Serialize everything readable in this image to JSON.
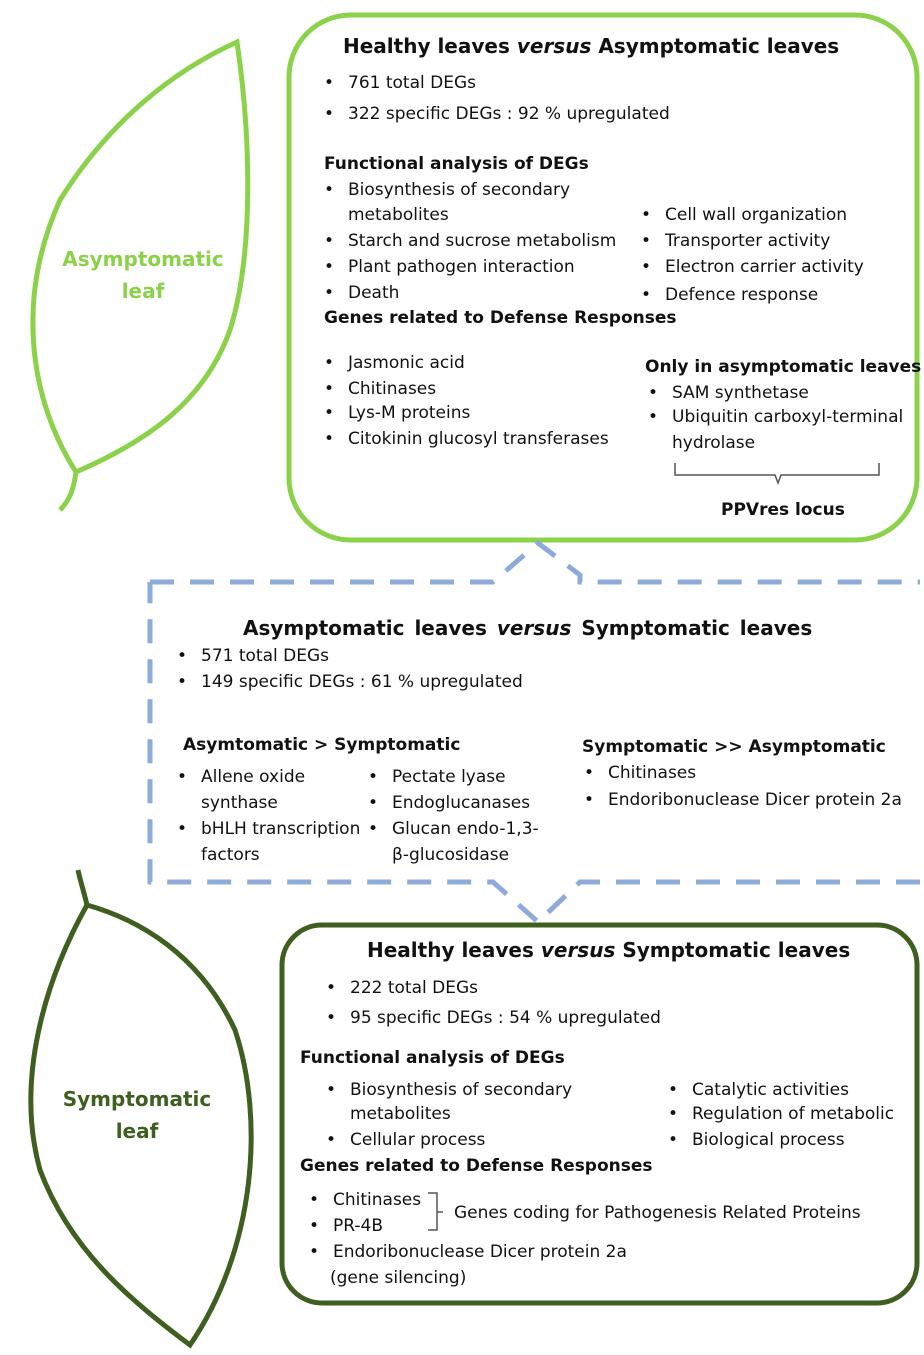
{
  "colors": {
    "light_green": "#8cd14a",
    "dark_green": "#3e5f1f",
    "dashed_blue": "#8eaadb"
  },
  "asymptomatic_leaf": {
    "label_line1": "Asymptomatic",
    "label_line2": "leaf"
  },
  "symptomatic_leaf": {
    "label_line1": "Symptomatic",
    "label_line2": "leaf"
  },
  "box1": {
    "title_a": "Healthy leaves",
    "title_versus": "versus",
    "title_b": "Asymptomatic leaves",
    "stat1": "761 total DEGs",
    "stat2": "322 specific DEGs : 92 % upregulated",
    "functional_heading": "Functional analysis of DEGs",
    "func_left_1a": "Biosynthesis of secondary",
    "func_left_1b": "metabolites",
    "func_left_2": "Starch and sucrose metabolism",
    "func_left_3": "Plant pathogen interaction",
    "func_left_4": "Death",
    "func_right_1": "Cell wall organization",
    "func_right_2": "Transporter activity",
    "func_right_3": "Electron carrier activity",
    "func_right_4": "Defence response",
    "genes_heading": "Genes related to Defense Responses",
    "genes_1": "Jasmonic acid",
    "genes_2": "Chitinases",
    "genes_3": "Lys-M proteins",
    "genes_4": "Citokinin glucosyl transferases",
    "only_heading": "Only in asymptomatic leaves",
    "only_1": "SAM synthetase",
    "only_2a": "Ubiquitin carboxyl-terminal",
    "only_2b": "hydrolase",
    "locus_label": "PPVres locus"
  },
  "box2": {
    "title_a": "Asymptomatic  leaves",
    "title_versus": "versus",
    "title_b": "Symptomatic  leaves",
    "stat1": "571 total DEGs",
    "stat2": "149 specific DEGs : 61 % upregulated",
    "left_heading": "Asymtomatic > Symptomatic",
    "left_col1_1a": "Allene oxide",
    "left_col1_1b": "synthase",
    "left_col1_2a": "bHLH transcription",
    "left_col1_2b": "factors",
    "left_col2_1": "Pectate lyase",
    "left_col2_2": "Endoglucanases",
    "left_col2_3a": "Glucan endo-1,3-",
    "left_col2_3b": "β-glucosidase",
    "right_heading": "Symptomatic >> Asymptomatic",
    "right_1": "Chitinases",
    "right_2": "Endoribonuclease Dicer protein 2a"
  },
  "box3": {
    "title_a": "Healthy leaves",
    "title_versus": "versus",
    "title_b": "Symptomatic leaves",
    "stat1": "222 total DEGs",
    "stat2": "95 specific DEGs : 54 % upregulated",
    "functional_heading": "Functional analysis of DEGs",
    "func_left_1a": "Biosynthesis of secondary",
    "func_left_1b": "metabolites",
    "func_left_2": "Cellular process",
    "func_right_1": "Catalytic activities",
    "func_right_2": "Regulation of metabolic",
    "func_right_3": "Biological process",
    "genes_heading": "Genes related to Defense Responses",
    "genes_1": "Chitinases",
    "genes_2": "PR-4B",
    "pr_note": "Genes coding for Pathogenesis Related  Proteins",
    "genes_3a": "Endoribonuclease Dicer protein 2a",
    "genes_3b": "(gene silencing)"
  }
}
